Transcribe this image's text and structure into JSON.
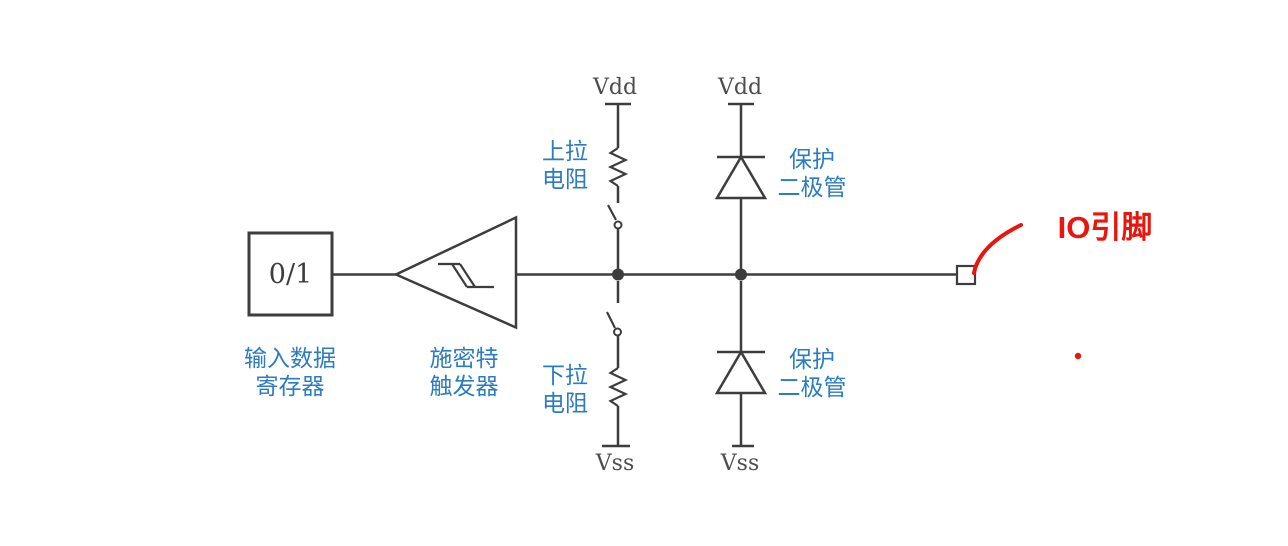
{
  "diagram": {
    "title_semantic": "GPIO input circuit schematic",
    "register": {
      "value": "0/1",
      "label_line1": "输入数据",
      "label_line2": "寄存器"
    },
    "schmitt": {
      "label_line1": "施密特",
      "label_line2": "触发器"
    },
    "pullup": {
      "rail": "Vdd",
      "label_line1": "上拉",
      "label_line2": "电阻"
    },
    "pulldown": {
      "rail": "Vss",
      "label_line1": "下拉",
      "label_line2": "电阻"
    },
    "diode_top": {
      "rail": "Vdd",
      "label_line1": "保护",
      "label_line2": "二极管"
    },
    "diode_bottom": {
      "rail": "Vss",
      "label_line1": "保护",
      "label_line2": "二极管"
    },
    "io_pin": {
      "label": "IO引脚"
    },
    "colors": {
      "wire": "#3d3d3d",
      "label_blue": "#2b7cc1",
      "annotation_red": "#e8160c",
      "rail_text": "#4d4d4d",
      "background": "#ffffff"
    }
  }
}
